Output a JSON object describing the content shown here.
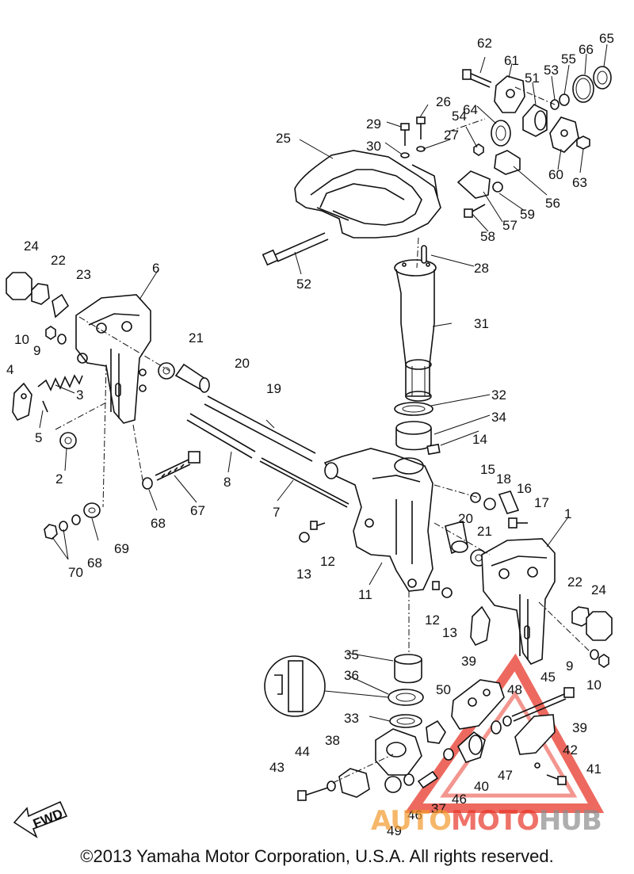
{
  "diagram": {
    "callouts": [
      "1",
      "2",
      "3",
      "4",
      "5",
      "6",
      "7",
      "8",
      "9",
      "9",
      "10",
      "10",
      "11",
      "12",
      "12",
      "13",
      "13",
      "14",
      "15",
      "16",
      "17",
      "18",
      "19",
      "20",
      "20",
      "21",
      "21",
      "22",
      "22",
      "23",
      "24",
      "24",
      "25",
      "26",
      "27",
      "28",
      "29",
      "30",
      "31",
      "32",
      "33",
      "34",
      "35",
      "36",
      "37",
      "38",
      "39",
      "39",
      "40",
      "41",
      "42",
      "43",
      "44",
      "45",
      "46",
      "46",
      "47",
      "48",
      "49",
      "50",
      "51",
      "52",
      "53",
      "54",
      "55",
      "56",
      "57",
      "58",
      "59",
      "60",
      "61",
      "62",
      "63",
      "64",
      "65",
      "66",
      "67",
      "68",
      "68",
      "69",
      "70"
    ],
    "fwd_label": "FWD"
  },
  "watermark": {
    "logo_text": "AUTOMOTOHUB",
    "colors": {
      "primary": "#e8372a",
      "secondary": "#f39a2d",
      "grey": "#8c8c8c"
    }
  },
  "footer": {
    "copyright": "©2013 Yamaha Motor Corporation, U.S.A. All rights reserved."
  }
}
